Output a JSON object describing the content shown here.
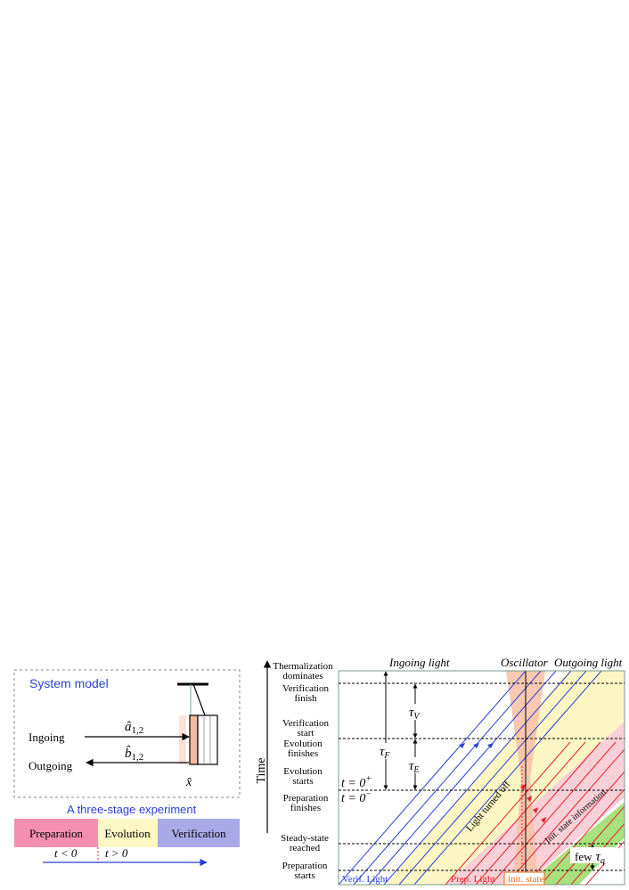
{
  "system_model": {
    "title": "System model",
    "ingoing_label": "Ingoing",
    "outgoing_label": "Outgoing",
    "a_operator": "â",
    "a_subscript": "1,2",
    "b_operator": "b̂",
    "b_subscript": "1,2",
    "x_operator": "x̂"
  },
  "experiment": {
    "title": "A three-stage experiment",
    "stages": [
      {
        "label": "Preparation",
        "color": "#f48fb1"
      },
      {
        "label": "Evolution",
        "color": "#fdf7c3"
      },
      {
        "label": "Verification",
        "color": "#a9a9e8"
      }
    ],
    "t_negative": "t < 0",
    "t_positive": "t > 0"
  },
  "timeline": {
    "time_axis_label": "Time",
    "headers": {
      "ingoing": "Ingoing light",
      "oscillator": "Oscillator",
      "outgoing": "Outgoing light"
    },
    "events": {
      "thermalization": [
        "Thermalization",
        "dominates"
      ],
      "verification_finish": [
        "Verification",
        "finish"
      ],
      "verification_start": [
        "Verification",
        "start"
      ],
      "evolution_finishes": [
        "Evolution",
        "finishes"
      ],
      "evolution_starts": [
        "Evolution",
        "starts"
      ],
      "preparation_finishes": [
        "Preparation",
        "finishes"
      ],
      "steady_state": [
        "Steady-state",
        "reached"
      ],
      "preparation_starts": [
        "Preparation",
        "starts"
      ]
    },
    "t_zero_plus": "t = 0",
    "t_zero_plus_sup": "+",
    "t_zero_minus": "t = 0",
    "t_zero_minus_sup": "−",
    "tau_v": "τ",
    "tau_v_sub": "V",
    "tau_e": "τ",
    "tau_e_sub": "E",
    "tau_f": "τ",
    "tau_f_sub": "F",
    "few_tau": "few",
    "tau_q": "τ",
    "tau_q_sub": "q",
    "light_turned_off": "Light turned off",
    "init_state_information": "Init. state information",
    "bottom_labels": {
      "verif_light": "Verif. Light",
      "prep_light": "Prep. Light",
      "init_state": "init. state"
    },
    "colors": {
      "verif_light": "#2b3fd6",
      "prep_light": "#e8202a",
      "init_state": "#e86a1a",
      "oscillator_fill": "#f7c2a8",
      "yellow_band": "#fbf6c4",
      "pink_band": "#f9cfd8",
      "green_band": "#a8e07c",
      "system_title": "#2b3fd6",
      "experiment_title": "#2b3fd6"
    }
  }
}
